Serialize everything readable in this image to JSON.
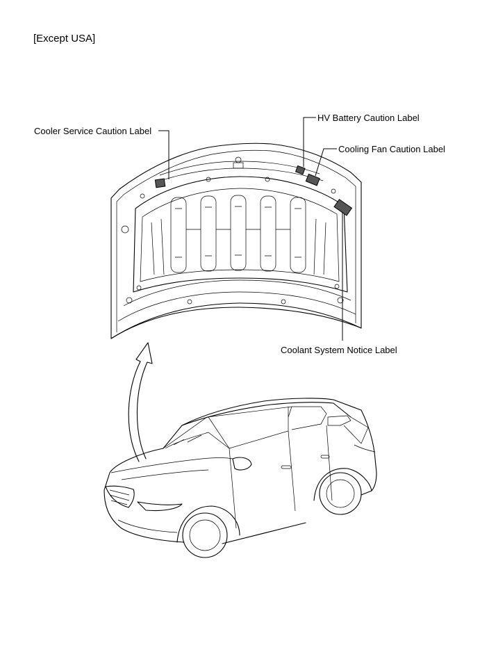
{
  "heading": "[Except USA]",
  "callouts": {
    "cooler_service": "Cooler Service Caution Label",
    "hv_battery": "HV Battery Caution Label",
    "cooling_fan": "Cooling Fan Caution Label",
    "coolant_system": "Coolant System Notice Label"
  }
}
